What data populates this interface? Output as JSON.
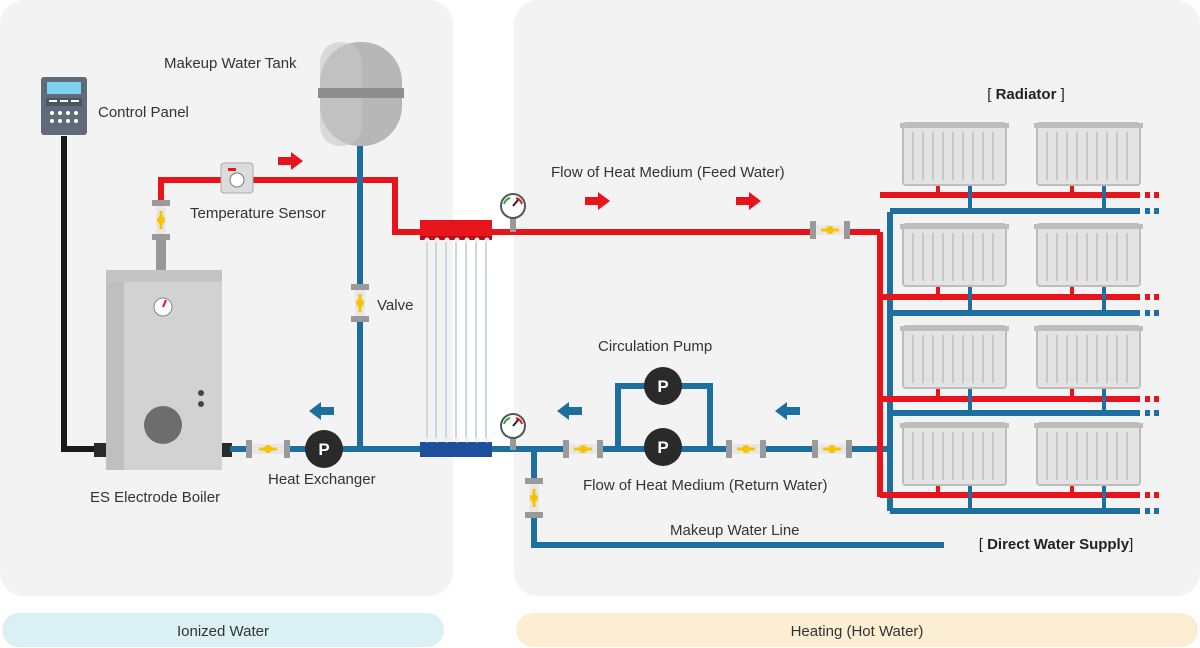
{
  "labels": {
    "control_panel": "Control Panel",
    "makeup_tank": "Makeup Water Tank",
    "temp_sensor": "Temperature Sensor",
    "valve": "Valve",
    "boiler": "ES Electrode Boiler",
    "heat_exchanger": "Heat Exchanger",
    "feed_flow": "Flow of Heat Medium (Feed Water)",
    "return_flow": "Flow of Heat Medium (Return Water)",
    "circulation_pump": "Circulation Pump",
    "makeup_line": "Makeup Water Line",
    "radiator_open": "[ ",
    "radiator_word": "Radiator",
    "radiator_close": " ]",
    "direct_open": "[ ",
    "direct_word": "Direct Water Supply",
    "direct_close": "]",
    "pump_letter": "P"
  },
  "zones": {
    "left": "Ionized Water",
    "right": "Heating (Hot Water)"
  },
  "colors": {
    "hot": "#e8141c",
    "cold": "#1d6fa0",
    "panel_bg": "#f3f3f3",
    "left_caption_bg": "#daf0f3",
    "right_caption_bg": "#fbeed3",
    "valve_yellow": "#f6c400"
  }
}
